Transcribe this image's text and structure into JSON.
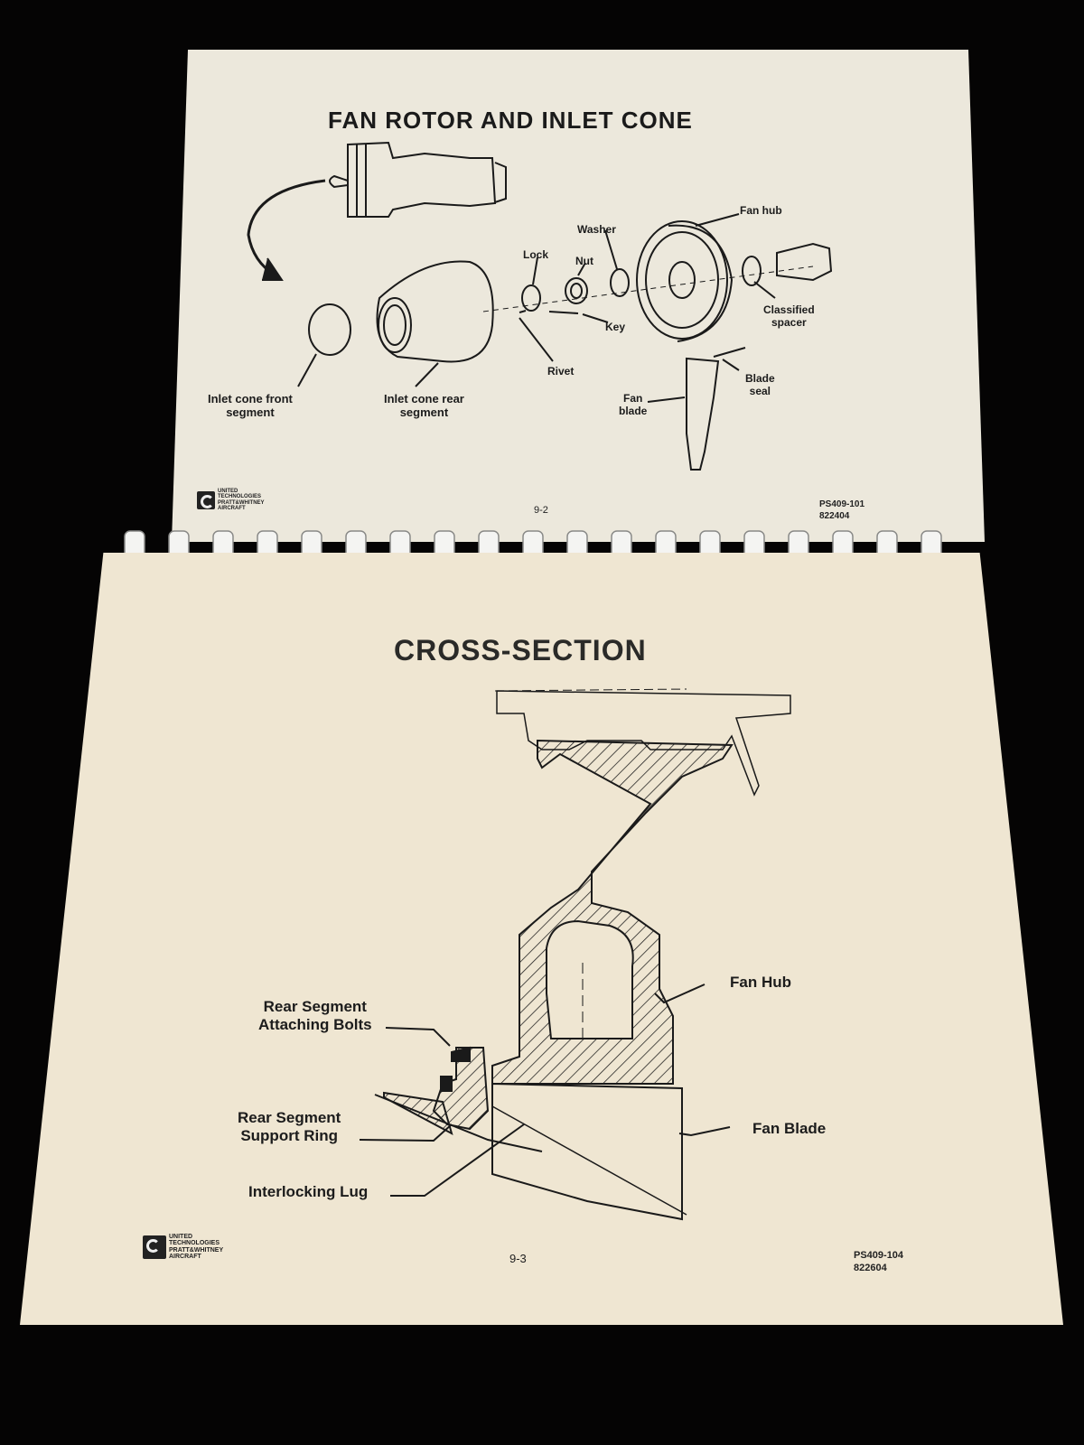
{
  "top_page": {
    "title": "FAN ROTOR AND INLET CONE",
    "labels": {
      "fan_hub": "Fan hub",
      "washer": "Washer",
      "lock": "Lock",
      "nut": "Nut",
      "key": "Key",
      "classified_spacer": "Classified\nspacer",
      "rivet": "Rivet",
      "blade_seal": "Blade\nseal",
      "fan_blade": "Fan\nblade",
      "inlet_cone_front_segment": "Inlet cone front\nsegment",
      "inlet_cone_rear_segment": "Inlet cone rear\nsegment"
    },
    "footer": {
      "logo_text": "UNITED\nTECHNOLOGIES\nPRATT&WHITNEY\nAIRCRAFT",
      "page_number": "9-2",
      "doc_code": "PS409-101",
      "doc_number": "822404"
    }
  },
  "bottom_page": {
    "title": "CROSS-SECTION",
    "labels": {
      "fan_hub": "Fan Hub",
      "fan_blade": "Fan Blade",
      "rear_segment_attaching_bolts": "Rear Segment\nAttaching Bolts",
      "rear_segment_support_ring": "Rear Segment\nSupport Ring",
      "interlocking_lug": "Interlocking Lug"
    },
    "footer": {
      "logo_text": "UNITED\nTECHNOLOGIES\nPRATT&WHITNEY\nAIRCRAFT",
      "page_number": "9-3",
      "doc_code": "PS409-104",
      "doc_number": "822604"
    }
  },
  "colors": {
    "background": "#050404",
    "paper_top": "#ece8dc",
    "paper_bottom": "#efe6d2",
    "ink": "#1a1a1a"
  }
}
